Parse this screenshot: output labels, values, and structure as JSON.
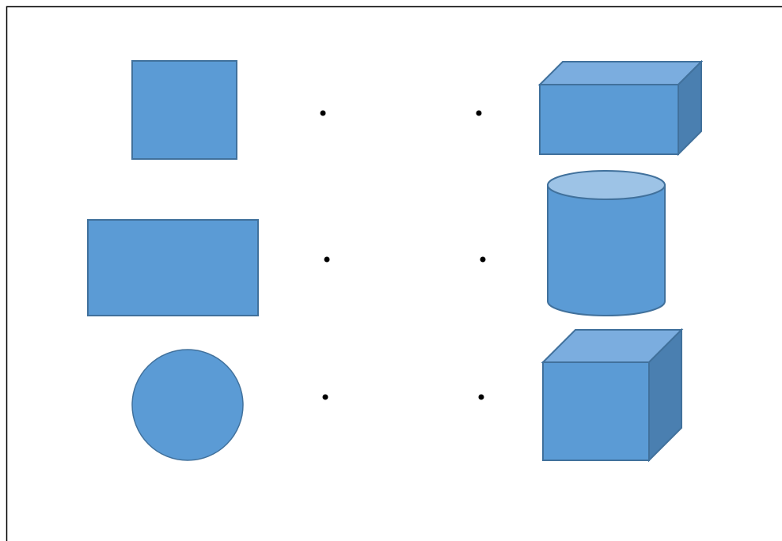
{
  "colors": {
    "shape_fill": "#5B9BD5",
    "shape_top": "#7BADDF",
    "shape_side": "#4A7FB0",
    "cylinder_top": "#9DC3E6",
    "shape_stroke": "#41719C",
    "dot": "#000000",
    "frame": "#000000",
    "background": "#FFFFFF"
  },
  "left_shapes": [
    {
      "id": "square",
      "kind": "square"
    },
    {
      "id": "rectangle",
      "kind": "rectangle"
    },
    {
      "id": "circle",
      "kind": "circle"
    }
  ],
  "right_shapes": [
    {
      "id": "cuboid",
      "kind": "cuboid"
    },
    {
      "id": "cylinder",
      "kind": "cylinder"
    },
    {
      "id": "cube",
      "kind": "cube"
    }
  ],
  "match_dot_rows": 3,
  "match_dots_per_row": 2
}
